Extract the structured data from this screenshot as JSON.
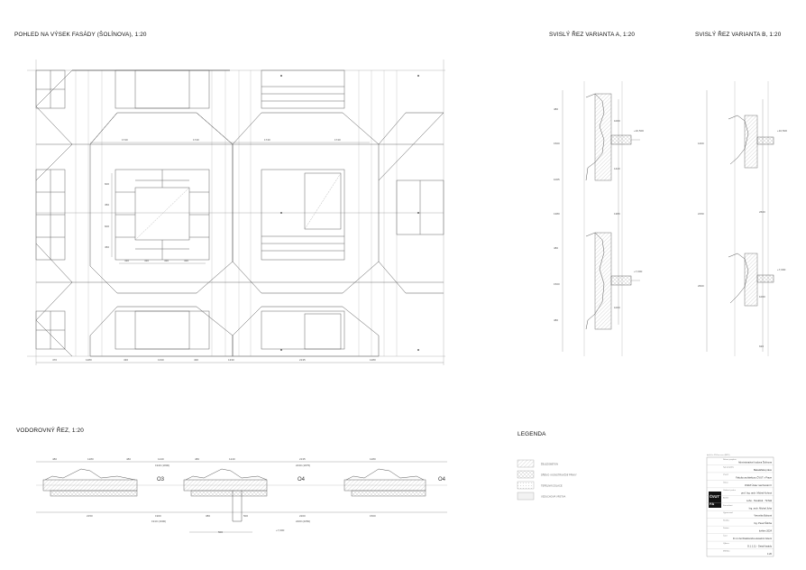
{
  "titles": {
    "facade": "POHLED NA VÝSEK FASÁDY (ŠOLÍNOVA), 1:20",
    "section_a": "SVISLÝ ŘEZ VARIANTA A, 1:20",
    "section_b": "SVISLÝ ŘEZ VARIANTA B, 1:20",
    "horizontal": "VODOROVNÝ ŘEZ, 1:20",
    "legend": "LEGENDA"
  },
  "facade_dims": {
    "top_row": [
      "1740",
      "1740",
      "1740",
      "1740"
    ],
    "bottom_row": [
      "470",
      "1280",
      "430",
      "1330",
      "430",
      "1330",
      "2135",
      "1280"
    ],
    "window_h": [
      "430",
      "430",
      "430",
      "430"
    ],
    "window_v": [
      "600",
      "450",
      "600",
      "450"
    ]
  },
  "section_a_dims": {
    "left": [
      "480",
      "1500",
      "1005",
      "1380",
      "480",
      "1500",
      "480"
    ],
    "right": [
      "1000",
      "1420",
      "1380",
      "1000"
    ],
    "levels": [
      "+10,500",
      "+7,000"
    ]
  },
  "section_b_dims": {
    "left": [
      "1400",
      "2150",
      "2600"
    ],
    "right": [
      "2600",
      "1000",
      "620"
    ],
    "levels": [
      "+10,500",
      "+7,000"
    ]
  },
  "horizontal_dims": {
    "top": [
      "480",
      "1280",
      "480",
      "1240",
      "480",
      "1240",
      "2135",
      "1280"
    ],
    "top_sub": [
      "1940 (1800)",
      "2230 (1875)"
    ],
    "bottom": [
      "2150",
      "1900",
      "380",
      "500",
      "2200",
      "1500"
    ],
    "bottom_sub": [
      "1910 (1900)",
      "2200 (2050)"
    ],
    "tags": [
      "O3",
      "O4",
      "O4"
    ],
    "elevation": "+7,000",
    "small": "500"
  },
  "legend_items": [
    "ŽELEZOBETON",
    "DŘEVO / KONSTRUKČNÍ PRVKY",
    "TEPELNÁ IZOLACE",
    "VZDUCHOVÁ VRSTVA"
  ],
  "title_block": {
    "header": "d=0,0 = 253 m n.m. (BPV)",
    "rows": [
      [
        "Název projektu",
        "Administrativní budova Šolínova"
      ],
      [
        "Typ projektu",
        "Bakalářská práce"
      ],
      [
        "ČVUT",
        "Fakulta architektury ČVUT v Praze"
      ],
      [
        "Ústav",
        "15118 Ústav navrhování II"
      ],
      [
        "Vedoucí práce",
        "prof. Ing. arch. Michal Kohout"
      ],
      [
        "Ateliér",
        "Lehe - Nováček - Tichák"
      ],
      [
        "Konzultant",
        "Ing. arch. Michal Juha"
      ],
      [
        "Vypracoval",
        "Veronika Bubová"
      ],
      [
        "Statika",
        "Ing. Pavel Štěrba"
      ],
      [
        "Datum",
        "květen 2024"
      ],
      [
        "Část",
        "D.1.1 Architektonicko-stavební řešení"
      ],
      [
        "Výkres",
        "D.1.1.11 - Detail fasády"
      ],
      [
        "Měřítko",
        "1:20"
      ]
    ],
    "logo_lines": [
      "ČVUT",
      "FA"
    ]
  },
  "colors": {
    "line": "#333333",
    "hatch": "#9a9a9a",
    "light": "#bbbbbb"
  }
}
